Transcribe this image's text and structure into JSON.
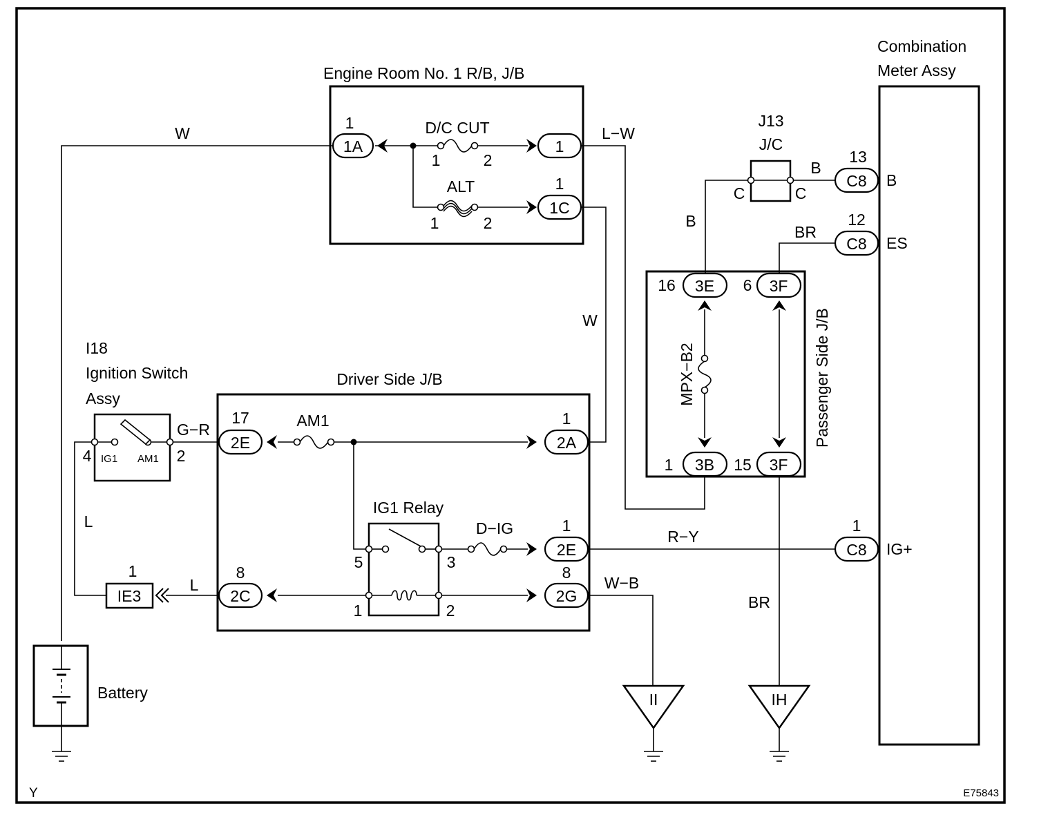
{
  "labels": {
    "engine_room_box": "Engine Room No. 1 R/B, J/B",
    "combination_meter_line1": "Combination",
    "combination_meter_line2": "Meter Assy",
    "j13_id": "J13",
    "j13_name": "J/C",
    "driver_side_jb": "Driver Side J/B",
    "ignition_id": "I18",
    "ignition_line1": "Ignition Switch",
    "ignition_line2": "Assy",
    "passenger_side_jb": "Passenger Side J/B",
    "ig1_relay": "IG1 Relay",
    "battery": "Battery",
    "corner_left": "Y",
    "corner_right": "E75843"
  },
  "fuses": {
    "dc_cut": "D/C CUT",
    "alt": "ALT",
    "am1": "AM1",
    "d_ig": "D−IG",
    "mpx_b2": "MPX−B2"
  },
  "connectors": {
    "er_1a": "1A",
    "er_1": "1",
    "er_1c": "1C",
    "ds_2e_in": "2E",
    "ds_2a": "2A",
    "ds_2e_out": "2E",
    "ds_2c": "2C",
    "ds_2g": "2G",
    "ie3": "IE3",
    "cm_c8_b": "C8",
    "cm_c8_es": "C8",
    "cm_c8_ig": "C8",
    "ps_3e": "3E",
    "ps_3f_top": "3F",
    "ps_3b": "3B",
    "ps_3f_bot": "3F"
  },
  "pins": {
    "er_1a": "1",
    "dc_cut_in": "1",
    "dc_cut_out": "2",
    "er_1c": "1",
    "alt_in": "1",
    "alt_out": "2",
    "ds_2e_in": "17",
    "ds_2a": "1",
    "ds_2e_out": "1",
    "ds_2c": "8",
    "ds_2g": "8",
    "ie3": "1",
    "cm_b": "13",
    "cm_es": "12",
    "cm_ig": "1",
    "ps_3e": "16",
    "ps_3f_top": "6",
    "ps_3b": "1",
    "ps_3f_bot": "15",
    "sw_left": "4",
    "sw_right": "2",
    "relay_5": "5",
    "relay_3": "3",
    "relay_1": "1",
    "relay_2": "2"
  },
  "switch_terms": {
    "ig1": "IG1",
    "am1": "AM1"
  },
  "meter_terms": {
    "b": "B",
    "es": "ES",
    "ig_plus": "IG+"
  },
  "junction_terms": {
    "left": "C",
    "right": "C"
  },
  "wires": {
    "battery_feed": "W",
    "dc_cut_out": "L−W",
    "alt_out": "W",
    "sw_to_driver": "G−R",
    "sw_to_ie3": "L",
    "ie3_to_driver": "L",
    "ig_feed": "R−Y",
    "ground_ii": "W−B",
    "ground_ih": "BR",
    "j13_to_meter": "B",
    "j13_to_pass": "B",
    "pass_to_meter_es": "BR"
  },
  "grounds": {
    "ii": "II",
    "ih": "IH"
  }
}
